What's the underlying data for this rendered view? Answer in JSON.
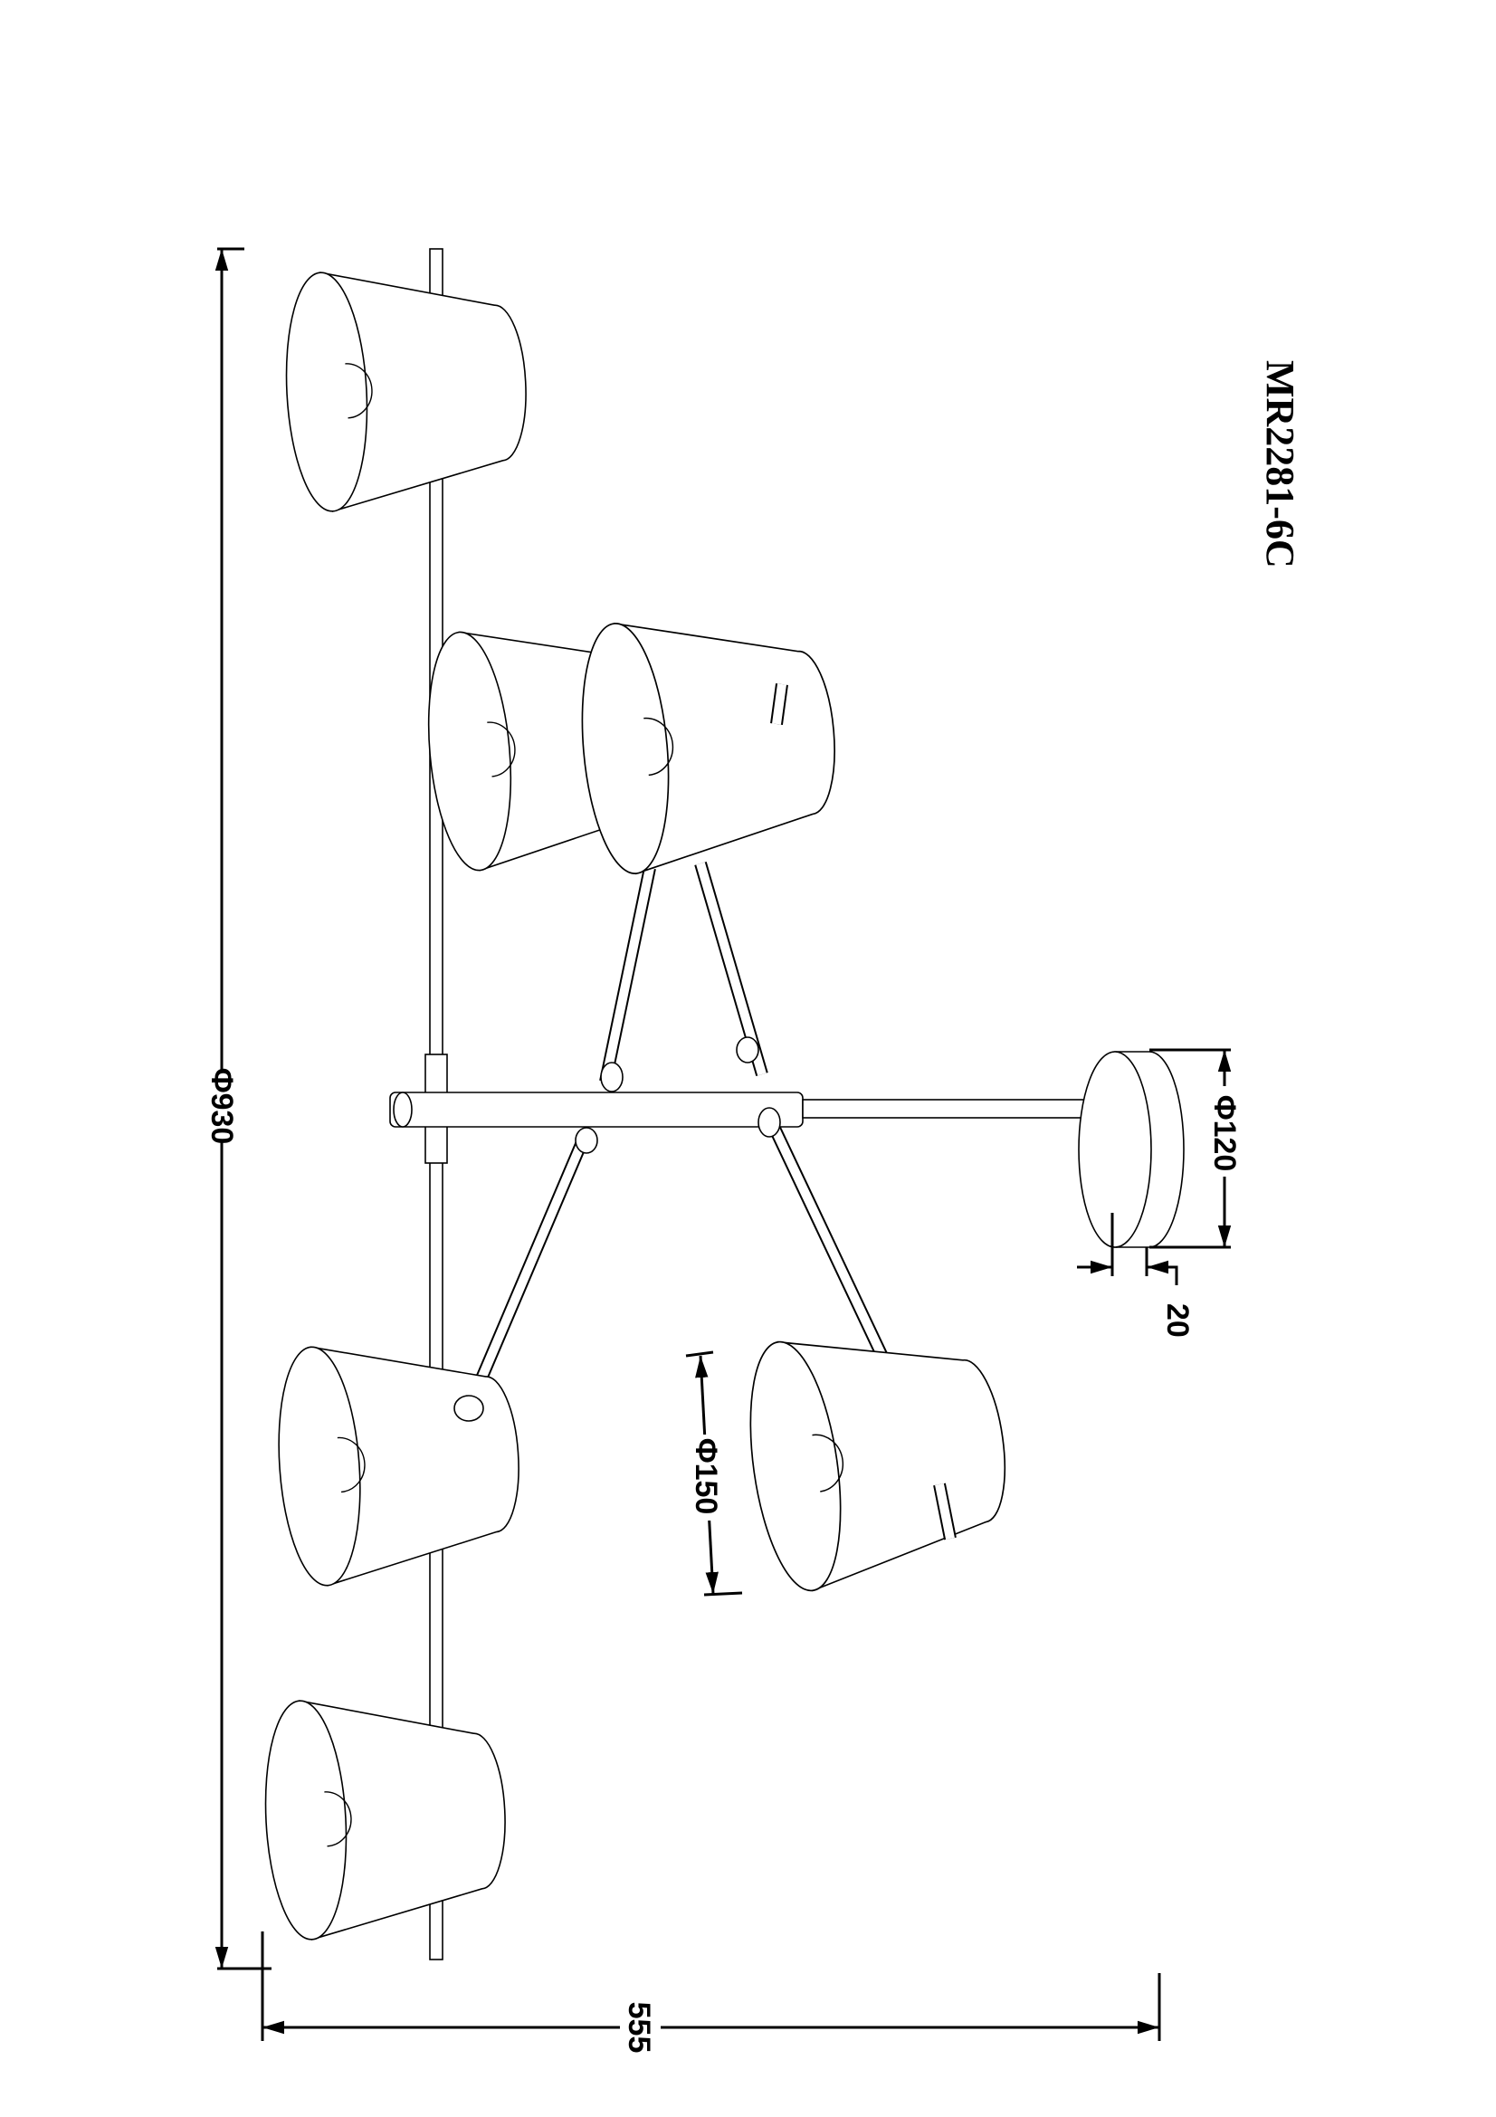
{
  "drawing": {
    "model": "MR2281-6C",
    "dimensions": {
      "overall_length": "Φ930",
      "overall_width": "555",
      "canopy_diameter": "Φ120",
      "canopy_depth": "20",
      "shade_diameter": "Φ150"
    },
    "shade_count": 6
  }
}
